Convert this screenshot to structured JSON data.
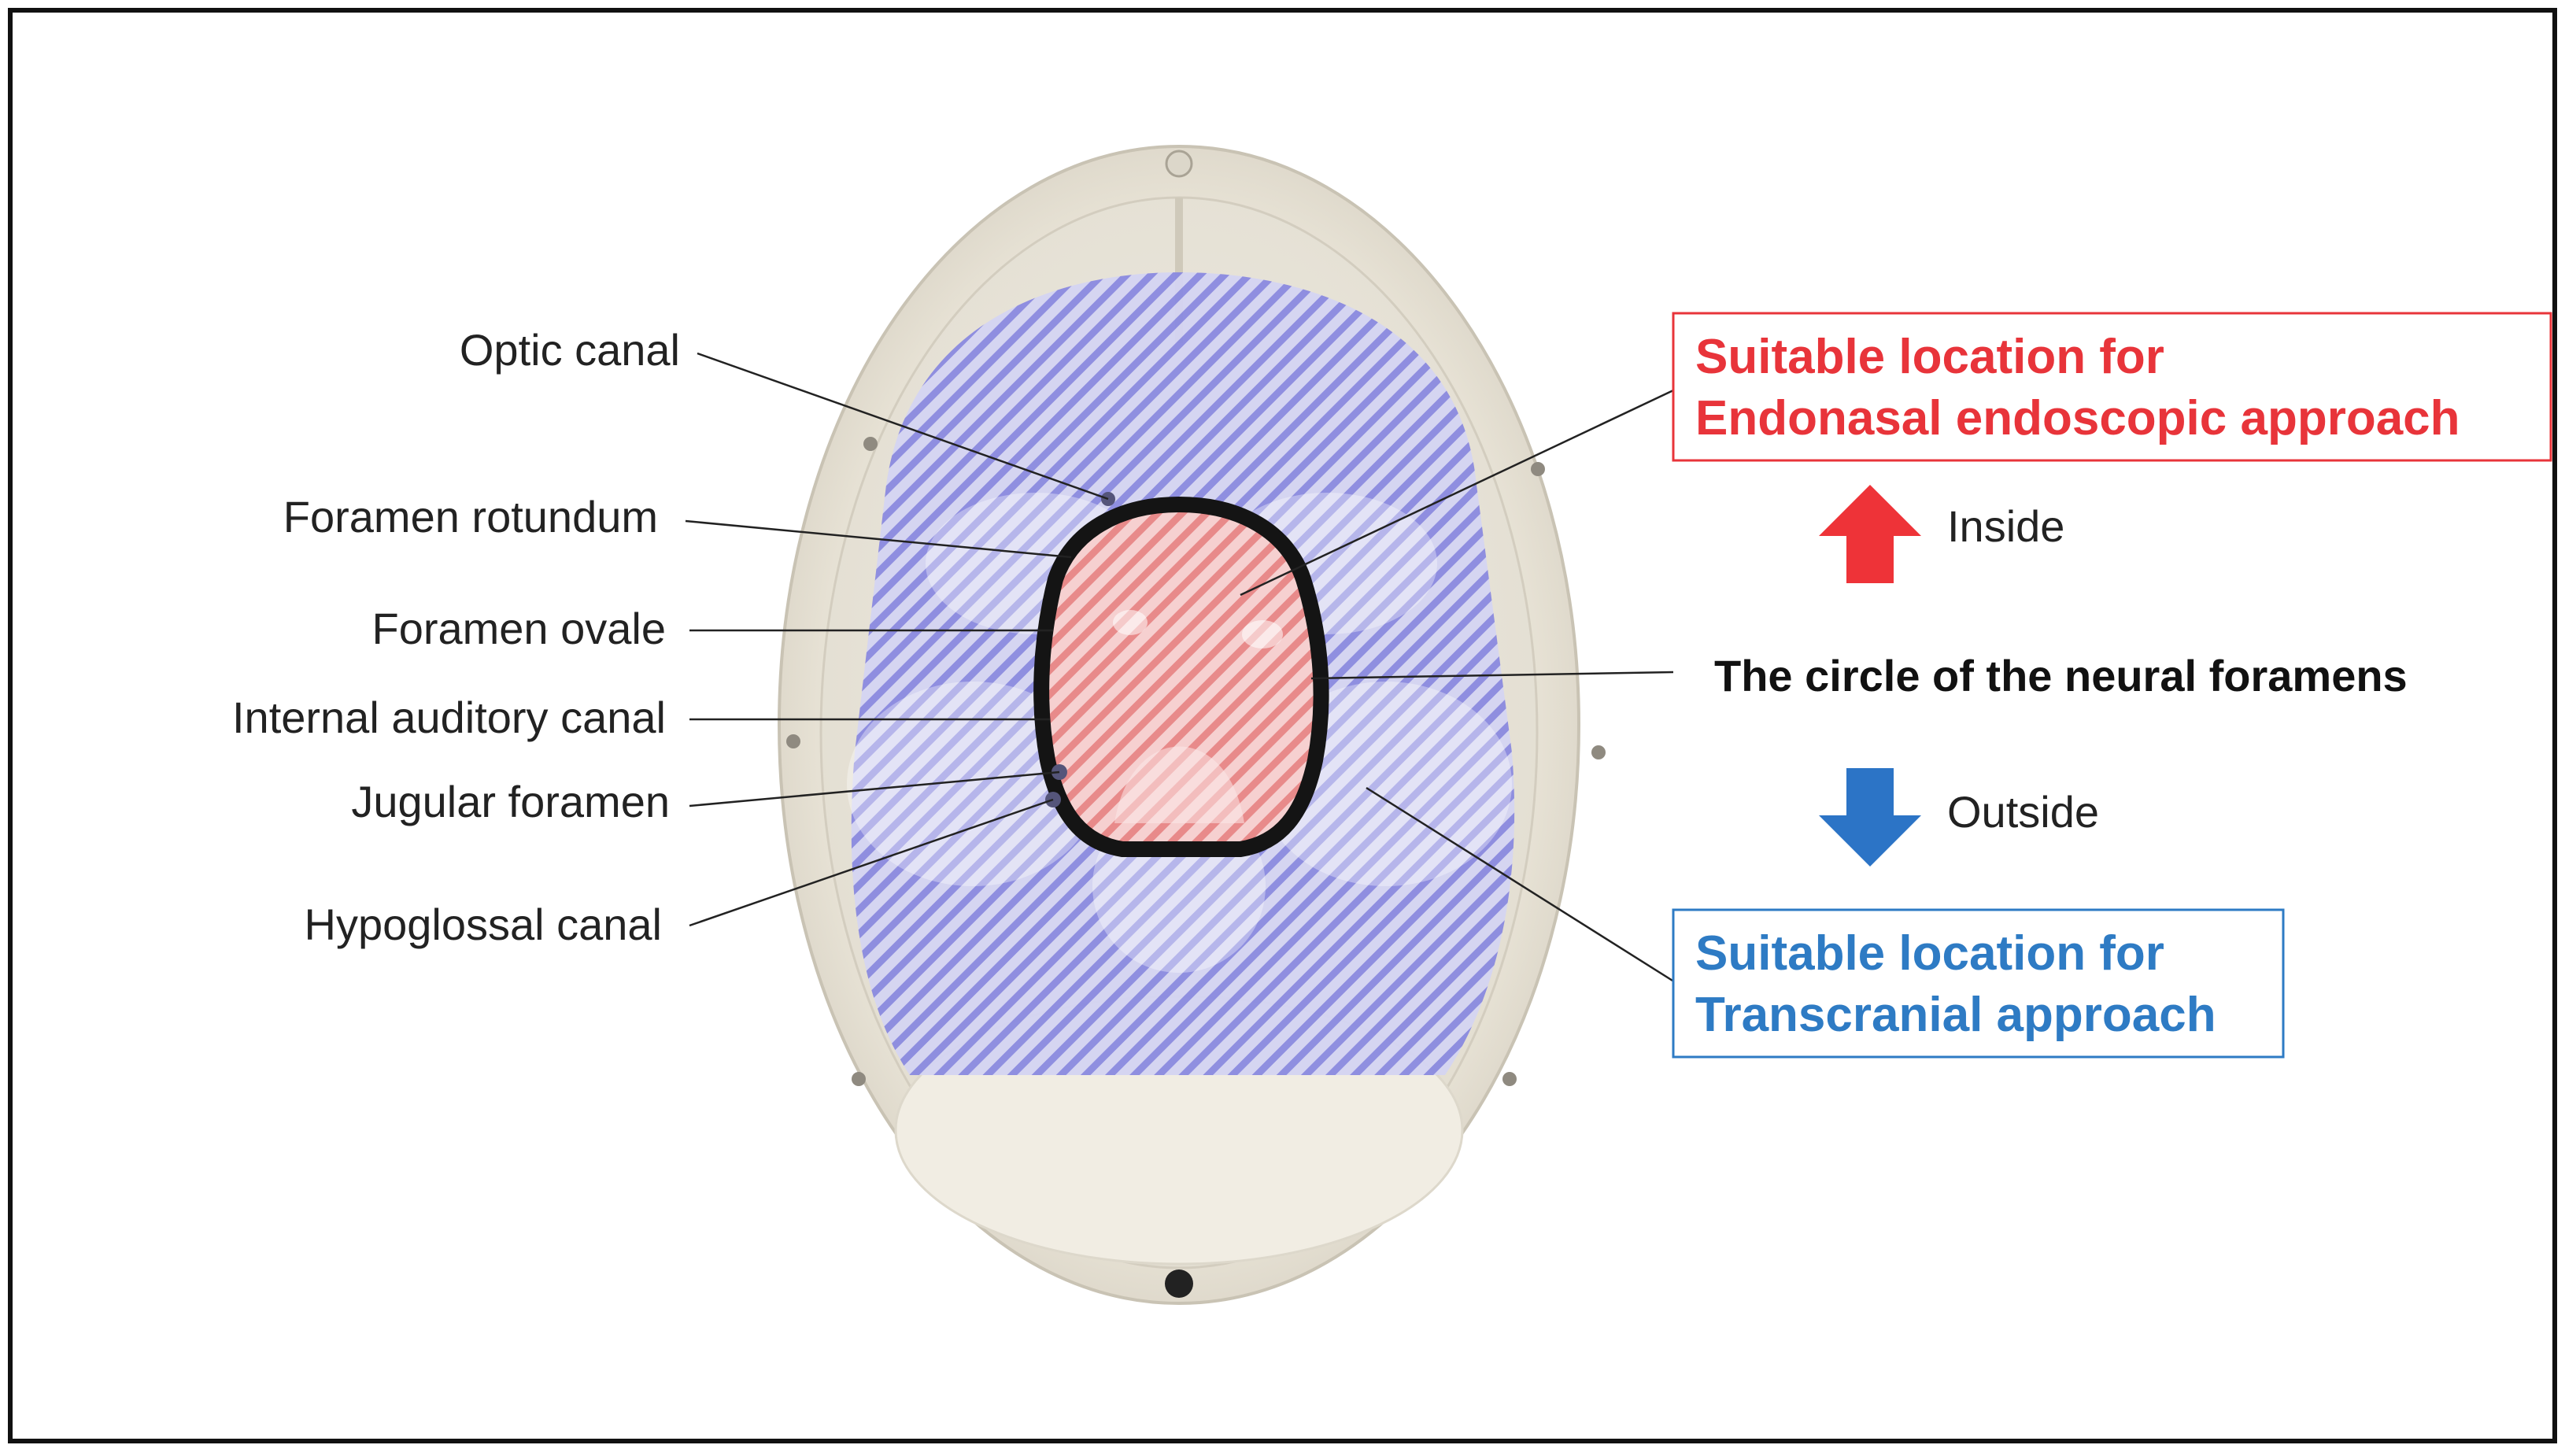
{
  "labels": {
    "optic_canal": "Optic canal",
    "foramen_rotundum": "Foramen rotundum",
    "foramen_ovale": "Foramen ovale",
    "internal_auditory_canal": "Internal auditory canal",
    "jugular_foramen": "Jugular foramen",
    "hypoglossal_canal": "Hypoglossal canal"
  },
  "endonasal_box": {
    "line1": "Suitable location for",
    "line2": "Endonasal endoscopic approach"
  },
  "transcranial_box": {
    "line1": "Suitable location for",
    "line2": "Transcranial approach"
  },
  "inside_label": "Inside",
  "outside_label": "Outside",
  "circle_label": "The circle of the neural foramens",
  "colors": {
    "endonasal": "#e8343a",
    "transcranial": "#2e7bc4",
    "inside_arrow": "#ee3338",
    "outside_arrow": "#2c74c6",
    "outside_hatch": "#8a8ae0",
    "inside_hatch": "#e88a8a",
    "frame": "#111111"
  }
}
